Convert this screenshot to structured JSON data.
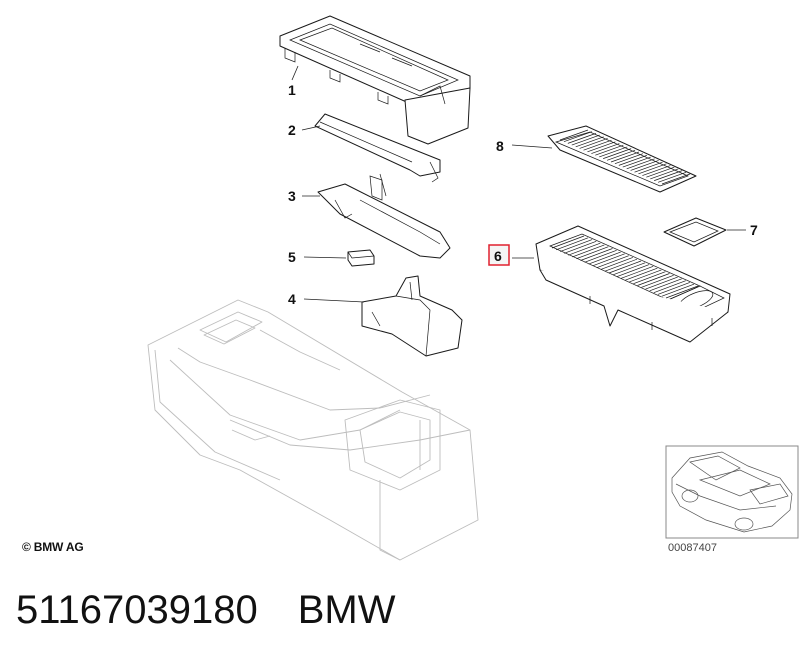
{
  "diagram": {
    "callouts": [
      {
        "id": "1",
        "label": "1",
        "highlighted": false
      },
      {
        "id": "2",
        "label": "2",
        "highlighted": false
      },
      {
        "id": "3",
        "label": "3",
        "highlighted": false
      },
      {
        "id": "4",
        "label": "4",
        "highlighted": false
      },
      {
        "id": "5",
        "label": "5",
        "highlighted": false
      },
      {
        "id": "6",
        "label": "6",
        "highlighted": true
      },
      {
        "id": "7",
        "label": "7",
        "highlighted": false
      },
      {
        "id": "8",
        "label": "8",
        "highlighted": false
      }
    ],
    "highlight_color": "#e0202f",
    "highlight_fill": "#f5f5f5"
  },
  "copyright": "© BMW AG",
  "thumbnail": {
    "code": "00087407"
  },
  "footer": {
    "part_number": "51167039180",
    "brand": "BMW"
  }
}
